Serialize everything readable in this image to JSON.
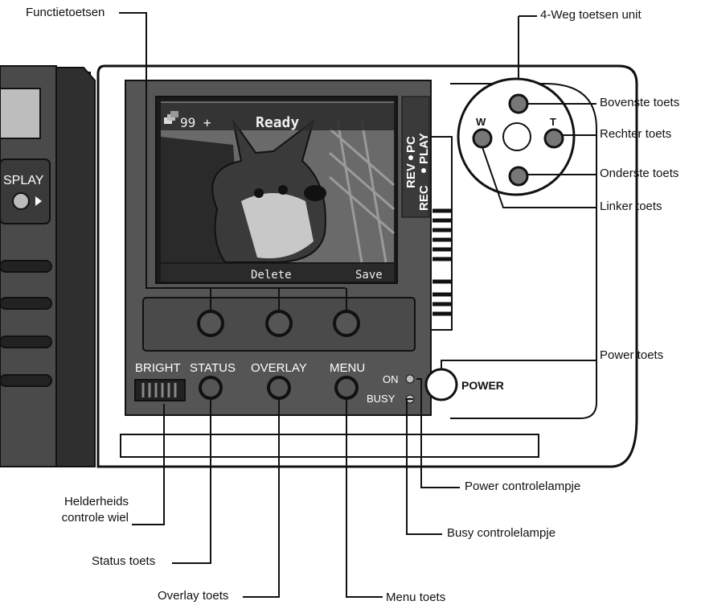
{
  "callouts": {
    "functietoetsen": "Functietoetsen",
    "weg_unit": "4-Weg toetsen unit",
    "bovenste": "Bovenste toets",
    "rechter": "Rechter toets",
    "onderste": "Onderste toets",
    "linker": "Linker toets",
    "power_toets": "Power toets",
    "helderheid_line1": "Helderheids",
    "helderheid_line2": "controle wiel",
    "status_toets": "Status toets",
    "overlay_toets": "Overlay toets",
    "menu_toets": "Menu toets",
    "power_lampje": "Power controlelampje",
    "busy_lampje": "Busy controlelampje"
  },
  "camera": {
    "side_label": "SPLAY",
    "lcd": {
      "count": "99 +",
      "status": "Ready",
      "soft_left": "Delete",
      "soft_right": "Save"
    },
    "mode": {
      "pc": "PC",
      "play": "PLAY",
      "rev": "REV",
      "rec": "REC"
    },
    "buttons": {
      "bright": "BRIGHT",
      "status": "STATUS",
      "overlay": "OVERLAY",
      "menu": "MENU",
      "on": "ON",
      "busy": "BUSY",
      "power": "POWER",
      "w": "W",
      "t": "T"
    }
  }
}
